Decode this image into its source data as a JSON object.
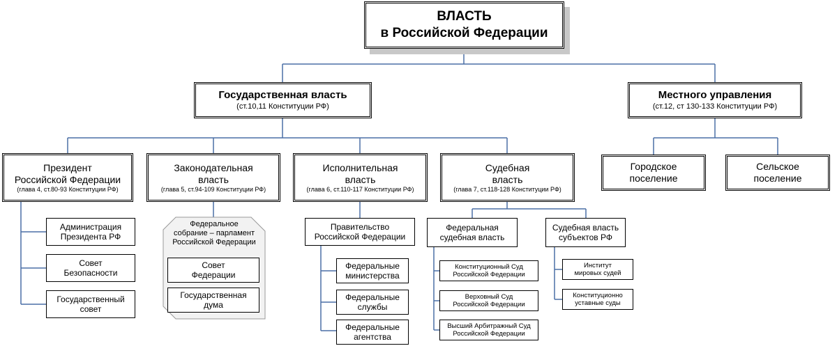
{
  "root": {
    "line1": "ВЛАСТЬ",
    "line2": "в Российской Федерации"
  },
  "state_power": {
    "title": "Государственная власть",
    "sub": "(ст.10,11 Конституции РФ)"
  },
  "local_gov": {
    "title": "Местного управления",
    "sub": "(ст.12, ст 130-133 Конституции РФ)"
  },
  "president": {
    "line1": "Президент",
    "line2": "Российской Федерации",
    "sub": "(глава 4, ст.80-93 Конституции РФ)"
  },
  "legislative": {
    "line1": "Законодательная",
    "line2": "власть",
    "sub": "(глава 5, ст.94-109 Конституции РФ)"
  },
  "executive": {
    "line1": "Исполнительная",
    "line2": "власть",
    "sub": "(глава 6, ст.110-117 Конституции РФ)"
  },
  "judicial": {
    "line1": "Судебная",
    "line2": "власть",
    "sub": "(глава 7, ст.118-128 Конституции РФ)"
  },
  "urban": {
    "line1": "Городское",
    "line2": "поселение"
  },
  "rural": {
    "line1": "Сельское",
    "line2": "поселение"
  },
  "president_items": [
    {
      "line1": "Администрация",
      "line2": "Президента РФ"
    },
    {
      "line1": "Совет",
      "line2": "Безопасности"
    },
    {
      "line1": "Государственный",
      "line2": "совет"
    }
  ],
  "federal_assembly": {
    "line1": "Федеральное",
    "line2": "собрание – парламент",
    "line3": "Российской Федерации"
  },
  "assembly_items": [
    {
      "line1": "Совет",
      "line2": "Федерации"
    },
    {
      "line1": "Государственная",
      "line2": "дума"
    }
  ],
  "government": {
    "line1": "Правительство",
    "line2": "Российской Федерации"
  },
  "gov_items": [
    {
      "line1": "Федеральные",
      "line2": "министерства"
    },
    {
      "line1": "Федеральные",
      "line2": "службы"
    },
    {
      "line1": "Федеральные",
      "line2": "агентства"
    }
  ],
  "federal_judicial": {
    "line1": "Федеральная",
    "line2": "судебная власть"
  },
  "courts": [
    {
      "line1": "Конституционный Суд",
      "line2": "Российской Федерации"
    },
    {
      "line1": "Верховный Суд",
      "line2": "Российской Федерации"
    },
    {
      "line1": "Высший Арбитражный Суд",
      "line2": "Российской Федерации"
    }
  ],
  "subject_judicial": {
    "line1": "Судебная власть",
    "line2": "субъектов РФ"
  },
  "subject_courts": [
    {
      "line1": "Институт",
      "line2": "мировых судей"
    },
    {
      "line1": "Конституционно",
      "line2": "уставные суды"
    }
  ],
  "colors": {
    "connector": "#4a6fa5",
    "shadow": "#c8c8c8",
    "octagon_fill": "#f2f2f2"
  }
}
